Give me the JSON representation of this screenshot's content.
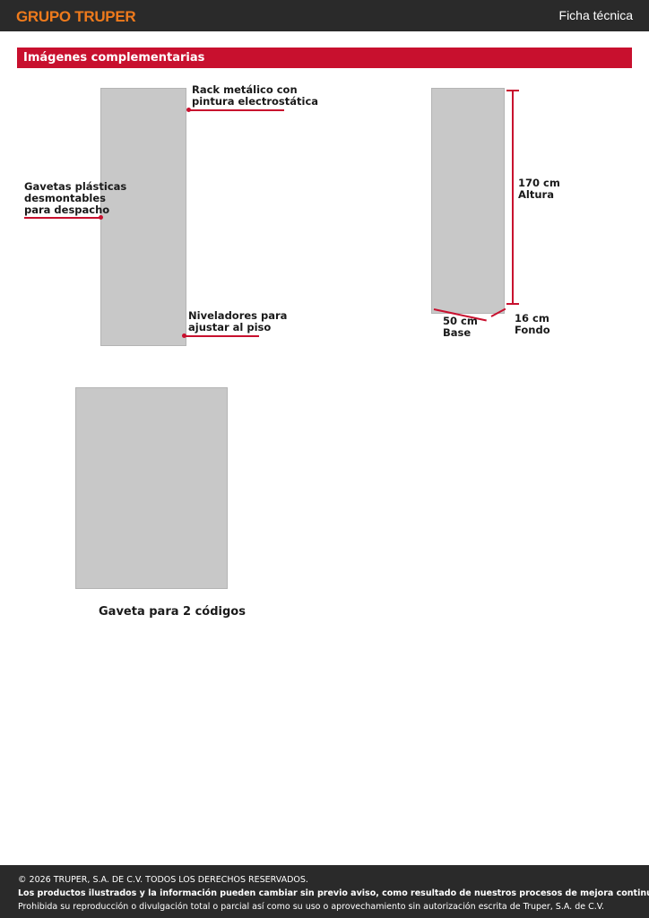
{
  "header": {
    "brand": "GRUPO TRUPER",
    "doc_type": "Ficha técnica"
  },
  "section": {
    "title": "Imágenes complementarias"
  },
  "figures": {
    "rack_features": {
      "callout_rack": [
        "Rack metálico con",
        "pintura electrostática"
      ],
      "callout_drawers": [
        "Gavetas plásticas",
        "desmontables",
        "para despacho"
      ],
      "callout_levelers": [
        "Niveladores para",
        "ajustar al piso"
      ]
    },
    "rack_dimensions": {
      "height_value": "170 cm",
      "height_label": "Altura",
      "base_value": "50 cm",
      "base_label": "Base",
      "depth_value": "16 cm",
      "depth_label": "Fondo"
    },
    "drawer": {
      "caption": "Gaveta para 2 códigos"
    }
  },
  "footer": {
    "copyright": "© 2026 TRUPER, S.A. DE C.V. TODOS LOS DERECHOS RESERVADOS.",
    "notice": "Los productos ilustrados y la información pueden cambiar sin previo aviso, como resultado de nuestros procesos de mejora continua.",
    "legal": "Prohibida su reproducción o divulgación total o parcial así como su uso o aprovechamiento sin autorización escrita de Truper, S.A. de C.V."
  },
  "colors": {
    "accent_red": "#c8102e",
    "brand_orange": "#ee7a1c",
    "bar_dark": "#2a2a2a"
  }
}
